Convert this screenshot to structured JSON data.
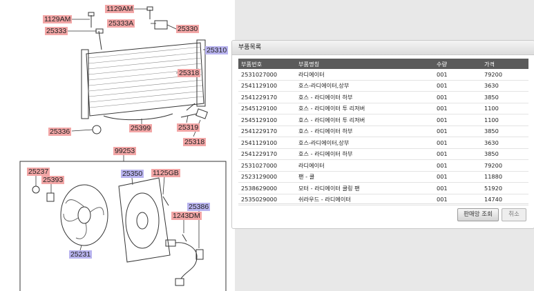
{
  "diagram": {
    "labels": {
      "a1129am_top": "1129AM",
      "a1129am_left": "1129AM",
      "a25333": "25333",
      "a25333a": "25333A",
      "a25330": "25330",
      "a25310": "25310",
      "a25318_a": "25318",
      "a25336": "25336",
      "a25399": "25399",
      "a25319": "25319",
      "a25318_b": "25318",
      "a99253": "99253",
      "a25237": "25237",
      "a25393": "25393",
      "a25350": "25350",
      "a1125gb": "1125GB",
      "a25386": "25386",
      "a1243dm": "1243DM",
      "a25231": "25231"
    }
  },
  "panel": {
    "title": "부품목록",
    "columns": [
      "부품번호",
      "부품명칭",
      "수량",
      "가격"
    ],
    "rows": [
      [
        "2531027000",
        "라디에이터",
        "001",
        "79200"
      ],
      [
        "2541129100",
        "호스-라디에이터,상부",
        "001",
        "3630"
      ],
      [
        "2541229170",
        "호스 - 라디에이터 하부",
        "001",
        "3850"
      ],
      [
        "2545129100",
        "호스 - 라디에이터 투 리저버",
        "001",
        "1100"
      ],
      [
        "2545129100",
        "호스 - 라디에이터 투 리저버",
        "001",
        "1100"
      ],
      [
        "2541229170",
        "호스 - 라디에이터 하부",
        "001",
        "3850"
      ],
      [
        "2541129100",
        "호스-라디에이터,상부",
        "001",
        "3630"
      ],
      [
        "2541229170",
        "호스 - 라디에이터 하부",
        "001",
        "3850"
      ],
      [
        "2531027000",
        "라디에이터",
        "001",
        "79200"
      ],
      [
        "2523129000",
        "팬 - 쿨",
        "001",
        "11880"
      ],
      [
        "2538629000",
        "모터 - 라디에이터 쿨링 팬",
        "001",
        "51920"
      ],
      [
        "2535029000",
        "쉬라우드 - 라디에이터",
        "001",
        "14740"
      ]
    ],
    "buttons": {
      "search": "판매망 조회",
      "cancel": "취소"
    }
  }
}
